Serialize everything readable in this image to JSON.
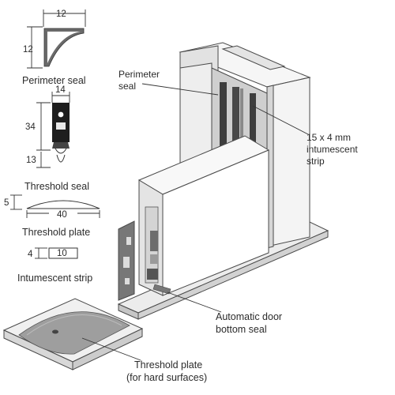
{
  "labels": {
    "perimeter_seal_profile": "Perimeter seal",
    "threshold_seal_profile": "Threshold seal",
    "threshold_plate_profile": "Threshold plate",
    "intumescent_strip_profile": "Intumescent strip",
    "perimeter_seal_callout_line1": "Perimeter",
    "perimeter_seal_callout_line2": "seal",
    "intumescent_callout_line1": "15 x 4 mm",
    "intumescent_callout_line2": "intumescent",
    "intumescent_callout_line3": "strip",
    "door_bottom_seal_line1": "Automatic door",
    "door_bottom_seal_line2": "bottom seal",
    "threshold_plate_hard_line1": "Threshold plate",
    "threshold_plate_hard_line2": "(for hard surfaces)"
  },
  "dimensions": {
    "perimeter_width": "12",
    "perimeter_height": "12",
    "threshold_seal_width": "14",
    "threshold_seal_height": "34",
    "threshold_seal_bottom": "13",
    "threshold_plate_height": "5",
    "threshold_plate_width": "40",
    "intumescent_height": "4",
    "intumescent_width": "10"
  }
}
